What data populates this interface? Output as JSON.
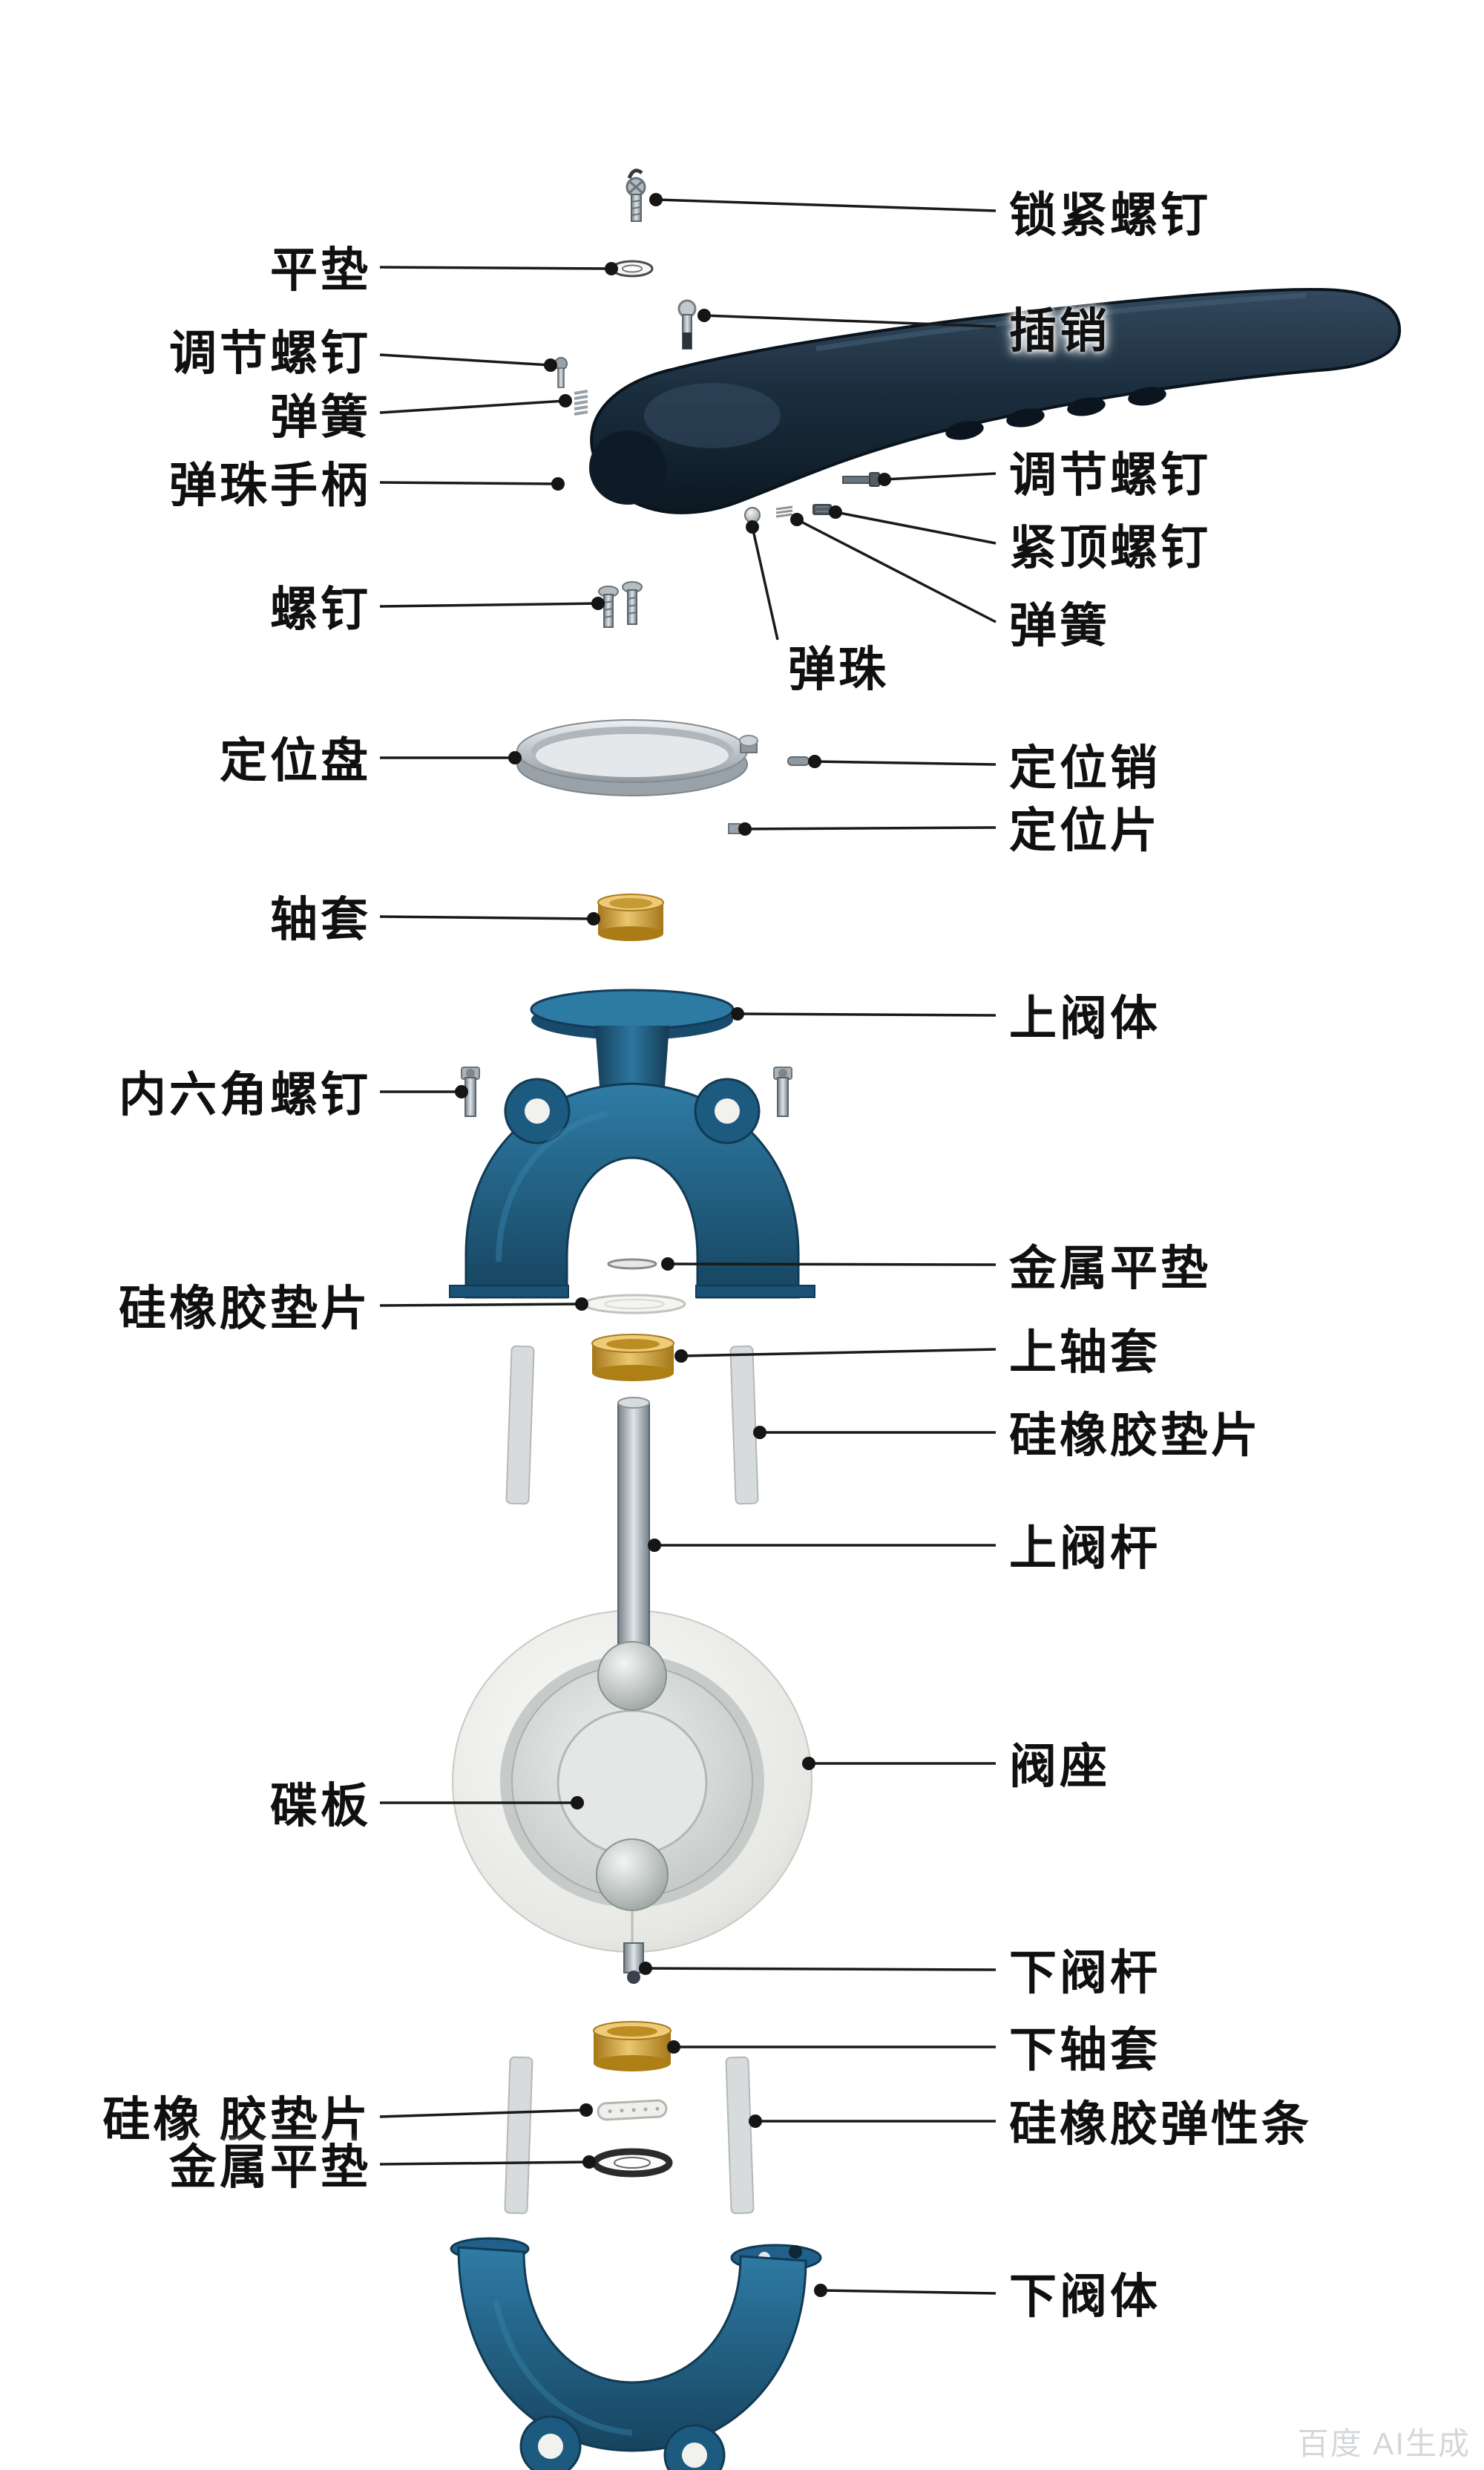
{
  "page": {
    "background": "#ffffff",
    "watermark": "百度 AI生成"
  },
  "colors": {
    "valve_body_teal": "#1d5a80",
    "valve_body_teal_light": "#2f7ca6",
    "valve_body_edge": "#113a53",
    "handle_dark": "#14222e",
    "brass_sleeve": "#c9962e",
    "seat_ivory": "#e9e9e6",
    "steel_gray": "#9aa3ab",
    "label_text": "#101010",
    "leader_line": "#1a1a1a"
  },
  "labels": {
    "left": [
      {
        "text": "平垫"
      },
      {
        "text": "调节螺钉"
      },
      {
        "text": "弹簧"
      },
      {
        "text": "弹珠手柄"
      },
      {
        "text": "螺钉"
      },
      {
        "text": "定位盘"
      },
      {
        "text": "轴套"
      },
      {
        "text": "内六角螺钉"
      },
      {
        "text": "硅橡胶垫片"
      },
      {
        "text": "碟板"
      },
      {
        "text": "硅橡 胶垫片"
      },
      {
        "text": "金属平垫"
      }
    ],
    "right": [
      {
        "text": "锁紧螺钉"
      },
      {
        "text": "插销"
      },
      {
        "text": "调节螺钉"
      },
      {
        "text": "紧顶螺钉"
      },
      {
        "text": "弹簧"
      },
      {
        "text": "弹珠"
      },
      {
        "text": "定位销"
      },
      {
        "text": "定位片"
      },
      {
        "text": "上阀体"
      },
      {
        "text": "金属平垫"
      },
      {
        "text": "上轴套"
      },
      {
        "text": "硅橡胶垫片"
      },
      {
        "text": "上阀杆"
      },
      {
        "text": "阀座"
      },
      {
        "text": "下阀杆"
      },
      {
        "text": "下轴套"
      },
      {
        "text": "硅橡胶弹性条"
      },
      {
        "text": "下阀体"
      }
    ]
  }
}
